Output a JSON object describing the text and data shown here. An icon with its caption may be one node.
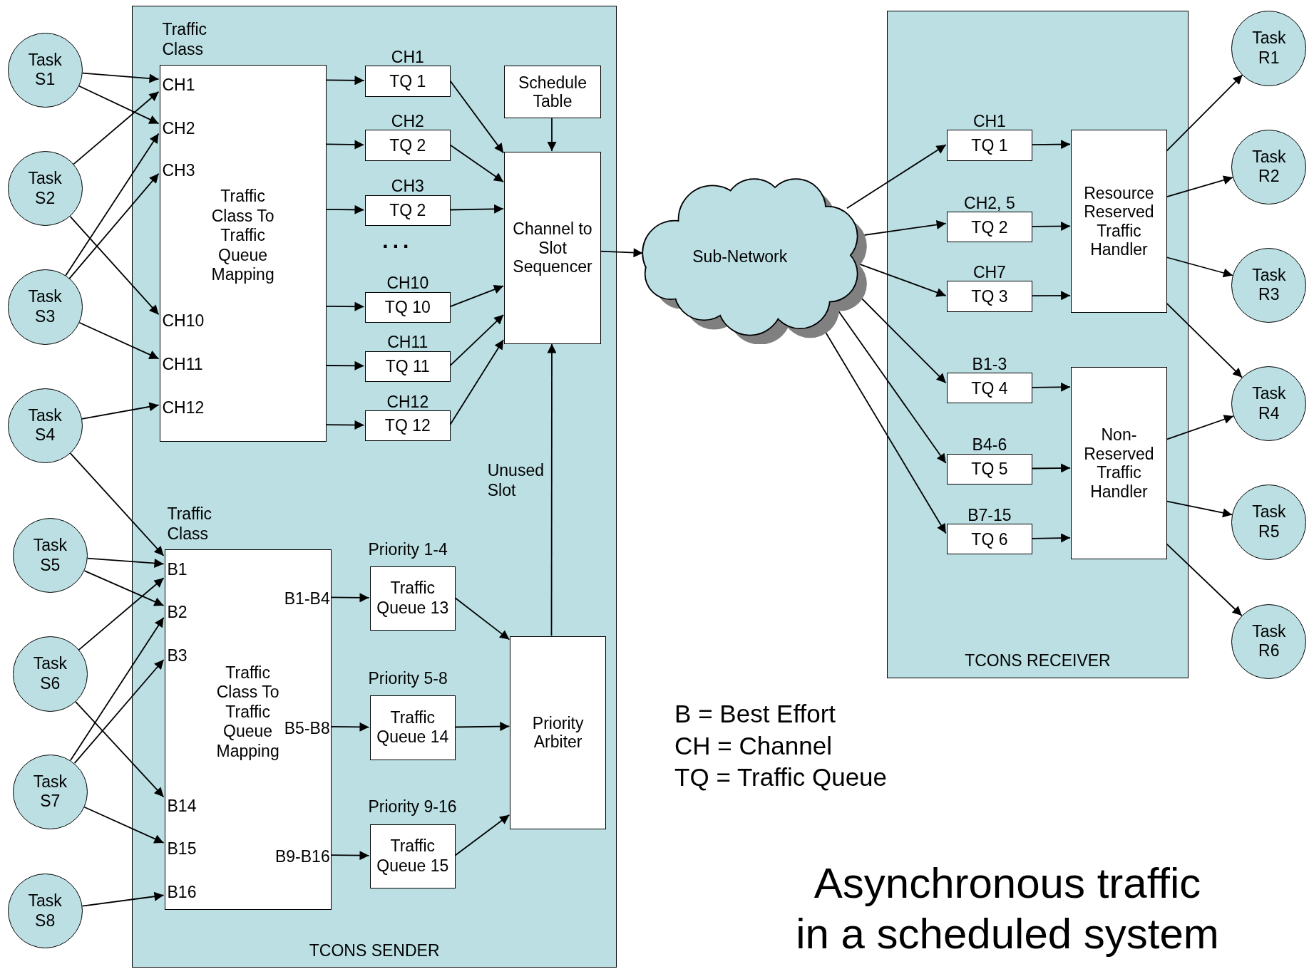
{
  "diagram": {
    "title": "Asynchronous traffic in a scheduled system",
    "nodes": [
      {
        "text": [
          "TCONS SENDER"
        ]
      },
      {
        "text": [
          "Traffic Class",
          "Traffic Class To Traffic Queue Mapping"
        ],
        "in": 0
      },
      {
        "text": [
          "CH1"
        ],
        "in": 1
      },
      {
        "text": [
          "CH2"
        ],
        "in": 1
      },
      {
        "text": [
          "CH3"
        ],
        "in": 1
      },
      {
        "text": [
          "CH10"
        ],
        "in": 1
      },
      {
        "text": [
          "CH11"
        ],
        "in": 1
      },
      {
        "text": [
          "CH12"
        ],
        "in": 1
      },
      {
        "text": [
          "TQ 1"
        ],
        "beside": [
          "CH1"
        ],
        "in": 0
      },
      {
        "text": [
          "TQ 2"
        ],
        "beside": [
          "CH2"
        ],
        "in": 0
      },
      {
        "text": [
          "TQ 2"
        ],
        "beside": [
          "CH3"
        ],
        "in": 0
      },
      {
        "text": [
          "TQ 10"
        ],
        "beside": [
          "CH10"
        ],
        "in": 0
      },
      {
        "text": [
          "TQ 11"
        ],
        "beside": [
          "CH11"
        ],
        "in": 0
      },
      {
        "text": [
          "TQ 12"
        ],
        "beside": [
          "CH12"
        ],
        "in": 0
      },
      {
        "text": [
          "Schedule Table"
        ],
        "in": 0
      },
      {
        "text": [
          "Channel to Slot Sequencer"
        ],
        "in": 0
      },
      {
        "text": [
          "Traffic Class",
          "Traffic Class To Traffic Queue Mapping"
        ],
        "in": 0
      },
      {
        "text": [
          "B1"
        ],
        "in": 16
      },
      {
        "text": [
          "B2"
        ],
        "in": 16
      },
      {
        "text": [
          "B3"
        ],
        "in": 16
      },
      {
        "text": [
          "B14"
        ],
        "in": 16
      },
      {
        "text": [
          "B15"
        ],
        "in": 16
      },
      {
        "text": [
          "B16"
        ],
        "in": 16
      },
      {
        "text": [
          "B1-B4"
        ],
        "in": 16
      },
      {
        "text": [
          "B5-B8"
        ],
        "in": 16
      },
      {
        "text": [
          "B9-B16"
        ],
        "in": 16
      },
      {
        "text": [
          "Traffic Queue 13"
        ],
        "beside": [
          "Priority 1-4"
        ],
        "in": 0
      },
      {
        "text": [
          "Traffic Queue 14"
        ],
        "beside": [
          "Priority 5-8"
        ],
        "in": 0
      },
      {
        "text": [
          "Traffic Queue 15"
        ],
        "beside": [
          "Priority 9-16"
        ],
        "in": 0
      },
      {
        "text": [
          "Priority Arbiter"
        ],
        "in": 0
      },
      {
        "text": [
          "Sub-Network"
        ]
      },
      {
        "text": [
          "TCONS RECEIVER"
        ]
      },
      {
        "text": [
          "TQ 1"
        ],
        "beside": [
          "CH1"
        ],
        "in": 31
      },
      {
        "text": [
          "TQ 2"
        ],
        "beside": [
          "CH2, 5"
        ],
        "in": 31
      },
      {
        "text": [
          "TQ 3"
        ],
        "beside": [
          "CH7"
        ],
        "in": 31
      },
      {
        "text": [
          "TQ 4"
        ],
        "beside": [
          "B1-3"
        ],
        "in": 31
      },
      {
        "text": [
          "TQ 5"
        ],
        "beside": [
          "B4-6"
        ],
        "in": 31
      },
      {
        "text": [
          "TQ 6"
        ],
        "beside": [
          "B7-15"
        ],
        "in": 31
      },
      {
        "text": [
          "Resource Reserved Traffic Handler"
        ],
        "in": 31
      },
      {
        "text": [
          "Non-Reserved Traffic Handler"
        ],
        "in": 31
      },
      {
        "text": [
          "Task S1"
        ]
      },
      {
        "text": [
          "Task S2"
        ]
      },
      {
        "text": [
          "Task S3"
        ]
      },
      {
        "text": [
          "Task S4"
        ]
      },
      {
        "text": [
          "Task S5"
        ]
      },
      {
        "text": [
          "Task S6"
        ]
      },
      {
        "text": [
          "Task S7"
        ]
      },
      {
        "text": [
          "Task S8"
        ]
      },
      {
        "text": [
          "Task R1"
        ]
      },
      {
        "text": [
          "Task R2"
        ]
      },
      {
        "text": [
          "Task R3"
        ]
      },
      {
        "text": [
          "Task R4"
        ]
      },
      {
        "text": [
          "Task R5"
        ]
      },
      {
        "text": [
          "Task R6"
        ]
      }
    ],
    "edges": [
      {
        "from": 40,
        "to": 2,
        "arrow": "to"
      },
      {
        "from": 40,
        "to": 3,
        "arrow": "to"
      },
      {
        "from": 41,
        "to": 2,
        "arrow": "to"
      },
      {
        "from": 41,
        "to": 5,
        "arrow": "to"
      },
      {
        "from": 42,
        "to": 3,
        "arrow": "to"
      },
      {
        "from": 42,
        "to": 4,
        "arrow": "to"
      },
      {
        "from": 42,
        "to": 6,
        "arrow": "to"
      },
      {
        "from": 43,
        "to": 7,
        "arrow": "to"
      },
      {
        "from": 43,
        "to": 17,
        "arrow": "to"
      },
      {
        "from": 44,
        "to": 17,
        "arrow": "to"
      },
      {
        "from": 44,
        "to": 18,
        "arrow": "to"
      },
      {
        "from": 45,
        "to": 17,
        "arrow": "to"
      },
      {
        "from": 45,
        "to": 20,
        "arrow": "to"
      },
      {
        "from": 46,
        "to": 18,
        "arrow": "to"
      },
      {
        "from": 46,
        "to": 19,
        "arrow": "to"
      },
      {
        "from": 46,
        "to": 21,
        "arrow": "to"
      },
      {
        "from": 47,
        "to": 22,
        "arrow": "to"
      },
      {
        "from": 1,
        "to": 8,
        "arrow": "to"
      },
      {
        "from": 1,
        "to": 9,
        "arrow": "to"
      },
      {
        "from": 1,
        "to": 10,
        "arrow": "to"
      },
      {
        "from": 1,
        "to": 11,
        "arrow": "to"
      },
      {
        "from": 1,
        "to": 12,
        "arrow": "to"
      },
      {
        "from": 1,
        "to": 13,
        "arrow": "to"
      },
      {
        "from": 8,
        "to": 15,
        "arrow": "to"
      },
      {
        "from": 9,
        "to": 15,
        "arrow": "to"
      },
      {
        "from": 10,
        "to": 15,
        "arrow": "to"
      },
      {
        "from": 11,
        "to": 15,
        "arrow": "to"
      },
      {
        "from": 12,
        "to": 15,
        "arrow": "to"
      },
      {
        "from": 13,
        "to": 15,
        "arrow": "to"
      },
      {
        "from": 14,
        "to": 15,
        "arrow": "to"
      },
      {
        "from": 23,
        "to": 26,
        "arrow": "to"
      },
      {
        "from": 24,
        "to": 27,
        "arrow": "to"
      },
      {
        "from": 25,
        "to": 28,
        "arrow": "to"
      },
      {
        "from": 26,
        "to": 29,
        "arrow": "to"
      },
      {
        "from": 27,
        "to": 29,
        "arrow": "to"
      },
      {
        "from": 28,
        "to": 29,
        "arrow": "to"
      },
      {
        "from": 29,
        "to": 15,
        "arrow": "to",
        "label": "Unused Slot"
      },
      {
        "from": 15,
        "to": 30,
        "arrow": "to"
      },
      {
        "from": 30,
        "to": 32,
        "arrow": "to"
      },
      {
        "from": 30,
        "to": 33,
        "arrow": "to"
      },
      {
        "from": 30,
        "to": 34,
        "arrow": "to"
      },
      {
        "from": 30,
        "to": 35,
        "arrow": "to"
      },
      {
        "from": 30,
        "to": 36,
        "arrow": "to"
      },
      {
        "from": 30,
        "to": 37,
        "arrow": "to"
      },
      {
        "from": 32,
        "to": 38,
        "arrow": "to"
      },
      {
        "from": 33,
        "to": 38,
        "arrow": "to"
      },
      {
        "from": 34,
        "to": 38,
        "arrow": "to"
      },
      {
        "from": 35,
        "to": 39,
        "arrow": "to"
      },
      {
        "from": 36,
        "to": 39,
        "arrow": "to"
      },
      {
        "from": 37,
        "to": 39,
        "arrow": "to"
      },
      {
        "from": 38,
        "to": 48,
        "arrow": "to"
      },
      {
        "from": 38,
        "to": 49,
        "arrow": "to"
      },
      {
        "from": 38,
        "to": 50,
        "arrow": "to"
      },
      {
        "from": 38,
        "to": 51,
        "arrow": "to"
      },
      {
        "from": 39,
        "to": 51,
        "arrow": "to"
      },
      {
        "from": 39,
        "to": 52,
        "arrow": "to"
      },
      {
        "from": 39,
        "to": 53,
        "arrow": "to"
      }
    ],
    "labels": [
      "...",
      "B = Best Effort",
      "CH = Channel",
      "TQ = Traffic Queue"
    ]
  }
}
